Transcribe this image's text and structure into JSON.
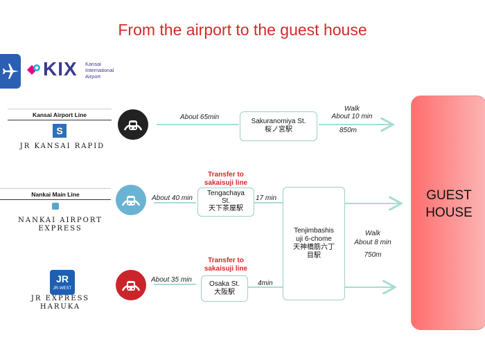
{
  "title": "From the airport to the guest house",
  "kix": {
    "logo_text": "KIX",
    "sub_line1": "Kansai",
    "sub_line2": "International",
    "sub_line3": "Airport"
  },
  "routes": [
    {
      "line_name": "Kansai Airport Line",
      "line_badge": "S",
      "train": "JR KANSAI RAPID",
      "color": "#222222",
      "time": "About 65min",
      "station_en": "Sakuranomiya St.",
      "station_jp": "桜ノ宮駅",
      "walk_label": "Walk",
      "walk_time": "About 10 min",
      "walk_dist": "850m"
    },
    {
      "line_name": "Nankai Main Line",
      "train_line1": "NANKAI AIRPORT",
      "train_line2": "EXPRESS",
      "color": "#5aa6c8",
      "time": "About 40 min",
      "transfer_line1": "Transfer to",
      "transfer_line2": "sakaisuji line",
      "station_en1": "Tengachaya",
      "station_en2": "St.",
      "station_jp": "天下茶屋駅",
      "transfer_time": "17 min"
    },
    {
      "badge_text": "JR",
      "badge_sub": "JR-WEST",
      "train_line1": "JR EXPRESS",
      "train_line2": "HARUKA",
      "color": "#c9252b",
      "time": "About 35 min",
      "transfer_line1": "Transfer to",
      "transfer_line2": "sakaisuji line",
      "station_en": "Osaka St.",
      "station_jp": "大阪駅",
      "transfer_time": "4min"
    }
  ],
  "hub": {
    "en1": "Tenjimbashis",
    "en2": "uji 6-chome",
    "jp1": "天神橋筋六丁",
    "jp2": "目駅",
    "walk_label": "Walk",
    "walk_time": "About 8 min",
    "walk_dist": "750m"
  },
  "destination": {
    "line1": "GUEST",
    "line2": "HOUSE"
  }
}
